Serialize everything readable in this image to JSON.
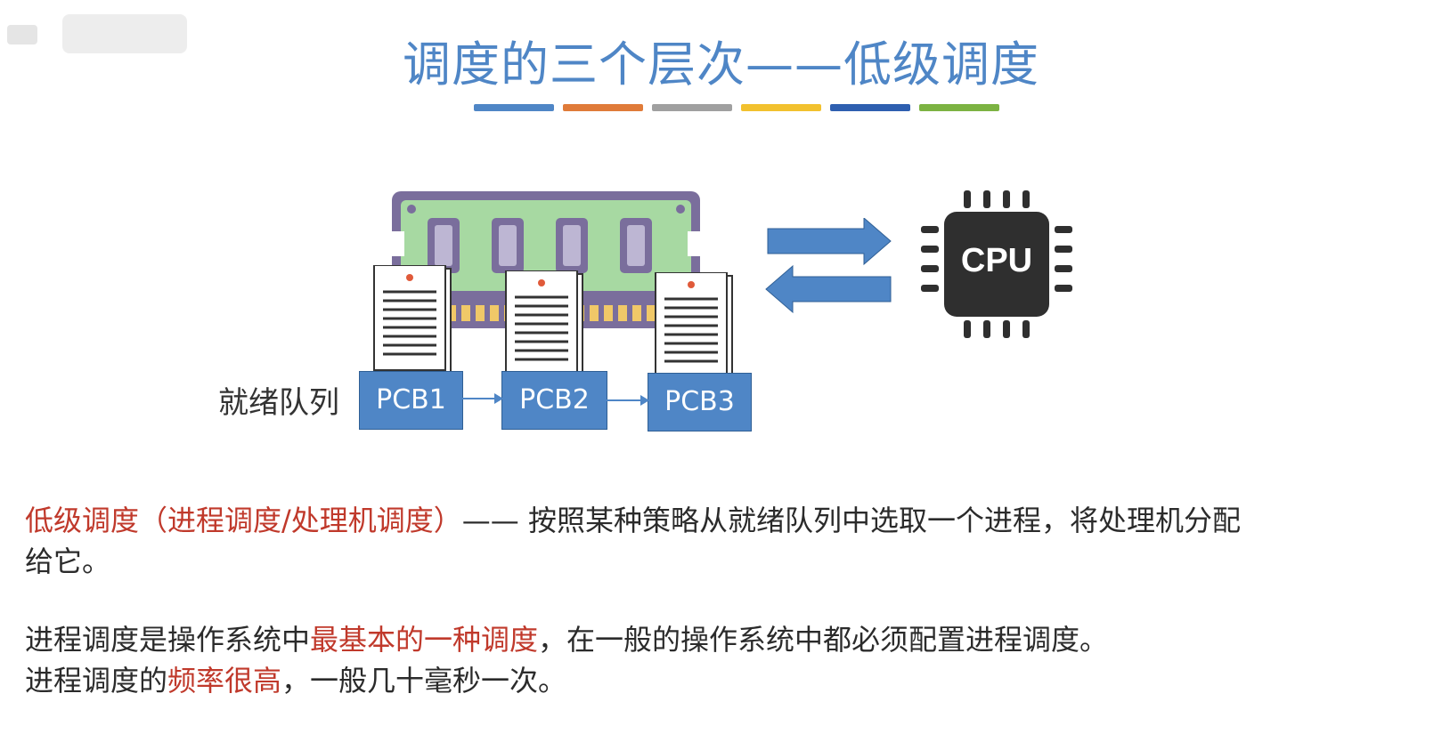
{
  "title": "调度的三个层次——低级调度",
  "colors": {
    "title": "#4f86c6",
    "bar": [
      "#4f86c6",
      "#e07b39",
      "#a0a0a0",
      "#f2c12e",
      "#2e5fb0",
      "#7cb342"
    ],
    "pcb": "#4f86c6",
    "highlight": "#c0392b",
    "cpu": "#2f2f2f",
    "ram": "#a7d9a2"
  },
  "diagram": {
    "queue_label": "就绪队列",
    "pcbs": [
      "PCB1",
      "PCB2",
      "PCB3"
    ],
    "cpu_label": "CPU",
    "icons": [
      "memory-module-icon",
      "document-icon",
      "cpu-chip-icon",
      "dispatch-arrow-icon",
      "return-arrow-icon"
    ]
  },
  "para1": {
    "red": "低级调度（进程调度/处理机调度）",
    "rest_line1": "—— 按照某种策略从就绪队列中选取一个进程，将处理机分配",
    "line2": "给它。"
  },
  "para2": {
    "pre": "进程调度是操作系统中",
    "red": "最基本的一种调度",
    "post": "，在一般的操作系统中都必须配置进程调度。"
  },
  "para3": {
    "pre": "进程调度的",
    "red": "频率很高",
    "post": "，一般几十毫秒一次。"
  }
}
